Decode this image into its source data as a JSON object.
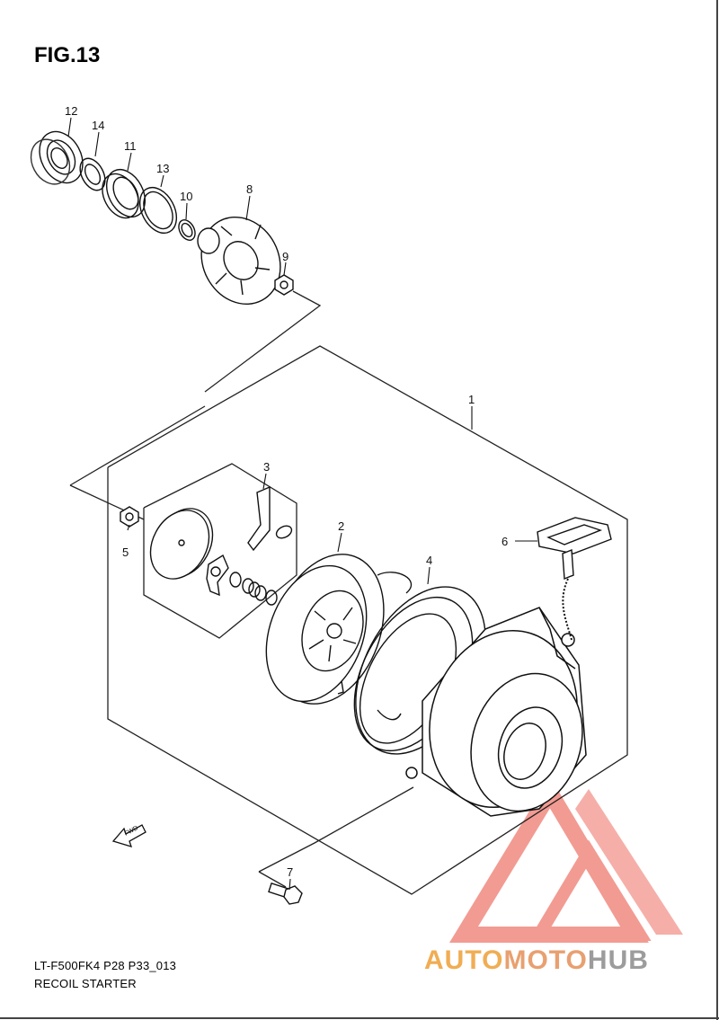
{
  "figure": {
    "title": "FIG.13",
    "code": "LT-F500FK4 P28 P33_013",
    "caption": "RECOIL STARTER"
  },
  "callouts": [
    "12",
    "14",
    "11",
    "13",
    "10",
    "8",
    "9",
    "1",
    "3",
    "2",
    "4",
    "5",
    "6",
    "7"
  ],
  "fwd_label": "FWD",
  "watermark": {
    "text_part1": "AUTO",
    "text_part2": "MOTO",
    "text_part3": "HUB",
    "colors": {
      "part1": "#f0ad53",
      "part2": "#e8a070",
      "part3": "#9c9c9c",
      "logo": "#f08a80"
    }
  }
}
